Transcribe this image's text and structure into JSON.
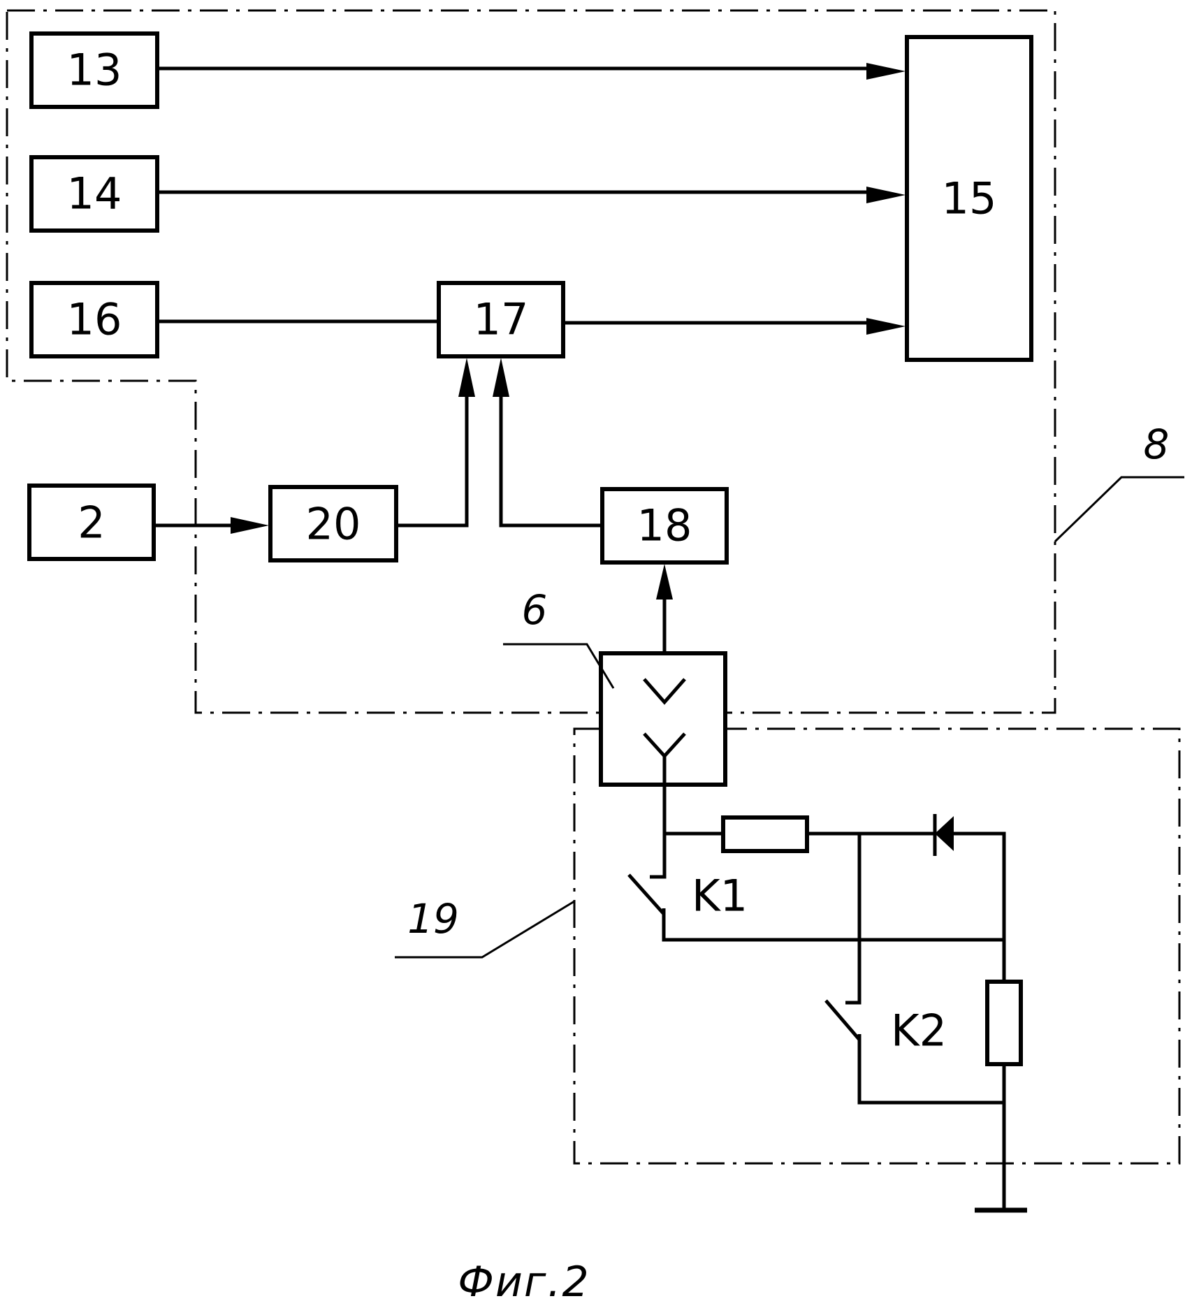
{
  "blocks": {
    "b13": "13",
    "b14": "14",
    "b15": "15",
    "b16": "16",
    "b17": "17",
    "b2": "2",
    "b20": "20",
    "b18": "18"
  },
  "connector_ref": "6",
  "unit_ref_8": "8",
  "unit_ref_19": "19",
  "switches": {
    "k1": "K1",
    "k2": "K2"
  },
  "caption": "Фиг.2"
}
